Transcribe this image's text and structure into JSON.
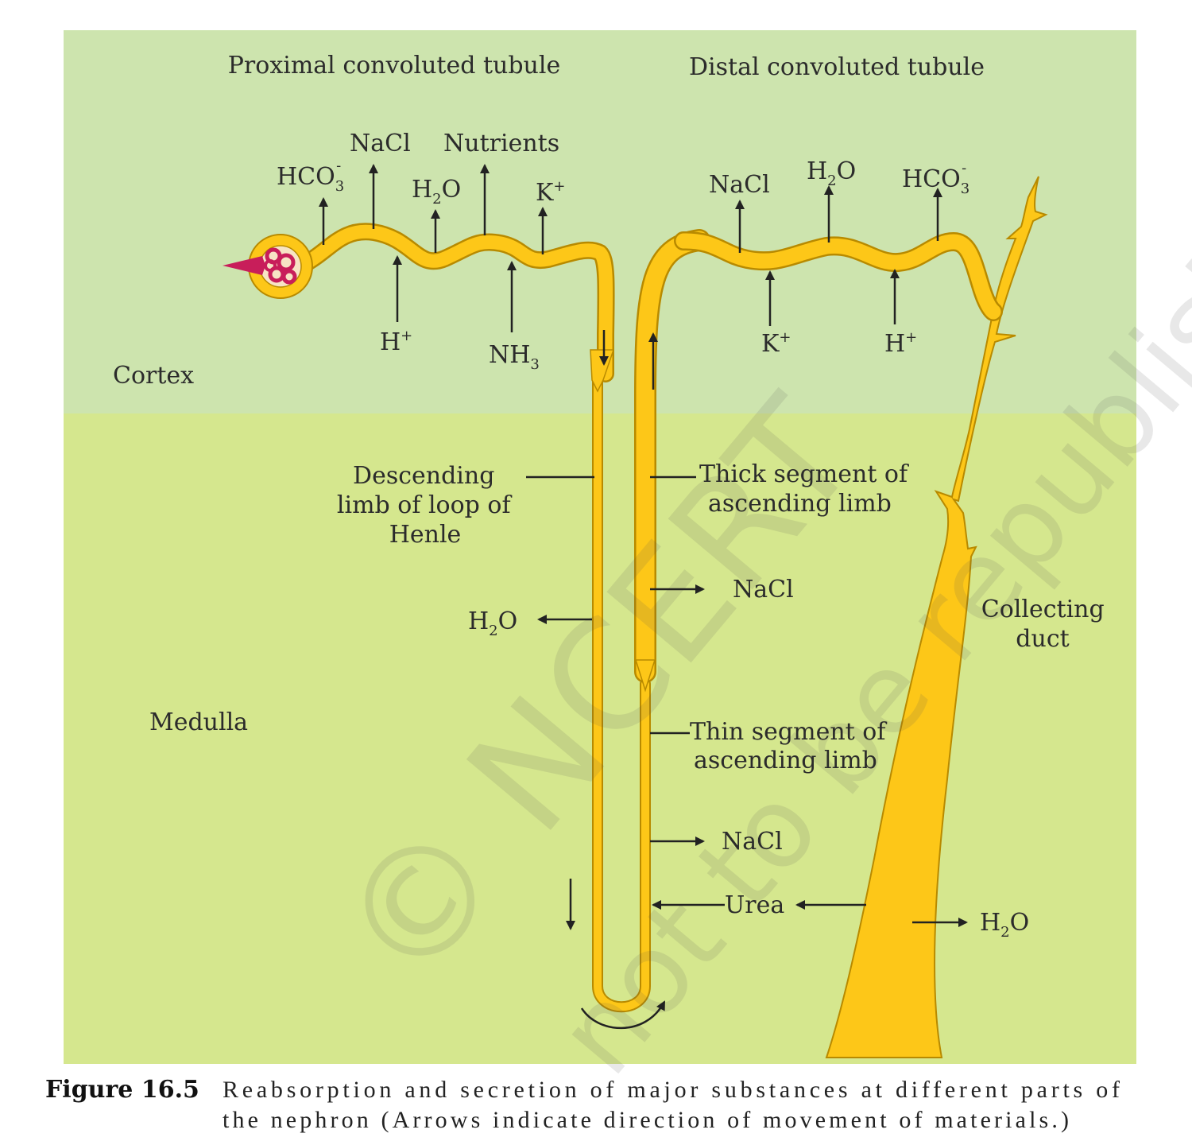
{
  "regions": {
    "cortex": "Cortex",
    "medulla": "Medulla"
  },
  "headers": {
    "proximal": "Proximal convoluted tubule",
    "distal": "Distal convoluted tubule"
  },
  "proximal": {
    "hco3": {
      "base": "HCO",
      "sub": "3",
      "sup": "-"
    },
    "nacl": "NaCl",
    "h2o": {
      "base": "H",
      "sub": "2",
      "tail": "O"
    },
    "nutrients": "Nutrients",
    "k": {
      "base": "K",
      "sup": "+"
    },
    "h": {
      "base": "H",
      "sup": "+"
    },
    "nh3": {
      "base": "NH",
      "sub": "3"
    }
  },
  "distal": {
    "nacl": "NaCl",
    "h2o": {
      "base": "H",
      "sub": "2",
      "tail": "O"
    },
    "hco3": {
      "base": "HCO",
      "sub": "3",
      "sup": "-"
    },
    "k": {
      "base": "K",
      "sup": "+"
    },
    "h": {
      "base": "H",
      "sup": "+"
    }
  },
  "loop": {
    "descending": [
      "Descending",
      "limb of loop of",
      "Henle"
    ],
    "thick_ascending": [
      "Thick segment of",
      "ascending limb"
    ],
    "thin_ascending": [
      "Thin segment of",
      "ascending limb"
    ],
    "h2o_out": {
      "base": "H",
      "sub": "2",
      "tail": "O"
    },
    "nacl_thick": "NaCl",
    "nacl_thin": "NaCl",
    "urea": "Urea"
  },
  "collecting_duct": {
    "label": [
      "Collecting",
      "duct"
    ],
    "h2o_out": {
      "base": "H",
      "sub": "2",
      "tail": "O"
    }
  },
  "caption": {
    "label": "Figure 16.5",
    "line1": "Reabsorption and secretion of major substances at different parts of",
    "line2": "the nephron (Arrows indicate direction of movement of materials.)"
  },
  "colors": {
    "cortex_bg": "#cde4ae",
    "medulla_bg": "#d5e78e",
    "tubule": "#fdc718",
    "tubule_edge": "#b88a00",
    "glomerulus": "#c81e5a"
  }
}
